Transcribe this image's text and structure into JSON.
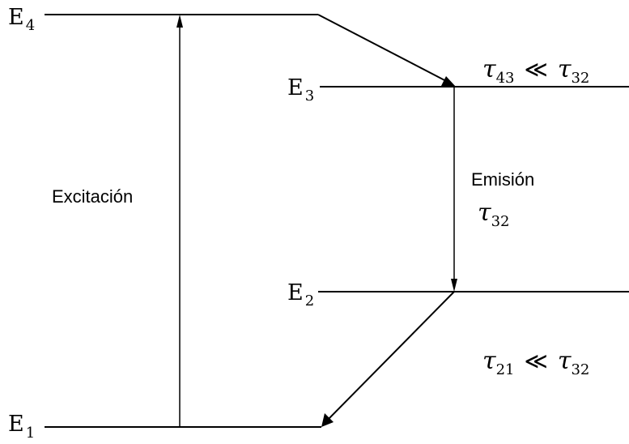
{
  "levels": {
    "e4": {
      "main": "E",
      "sub": "4"
    },
    "e3": {
      "main": "E",
      "sub": "3"
    },
    "e2": {
      "main": "E",
      "sub": "2"
    },
    "e1": {
      "main": "E",
      "sub": "1"
    }
  },
  "labels": {
    "excitation": "Excitación",
    "emission": "Emisión"
  },
  "relations": {
    "tau43": {
      "left_symbol": "τ",
      "left_sub": "43",
      "operator": "≪",
      "right_symbol": "τ",
      "right_sub": "32"
    },
    "tau32": {
      "symbol": "τ",
      "sub": "32"
    },
    "tau21": {
      "left_symbol": "τ",
      "left_sub": "21",
      "operator": "≪",
      "right_symbol": "τ",
      "right_sub": "32"
    }
  }
}
